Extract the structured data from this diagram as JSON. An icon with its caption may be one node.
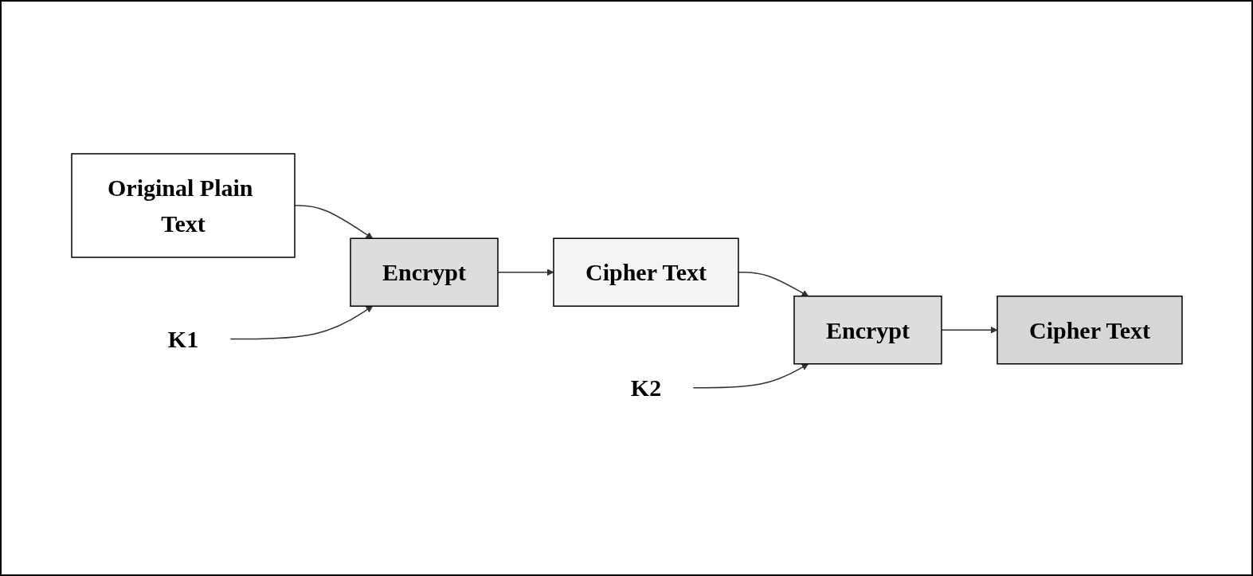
{
  "diagram": {
    "nodes": [
      {
        "text": [
          "Original Plain Text"
        ]
      },
      {
        "text": [
          "Encrypt"
        ]
      },
      {
        "text": [
          "Cipher Text"
        ]
      },
      {
        "text": [
          "Encrypt"
        ]
      },
      {
        "text": [
          "Cipher Text"
        ]
      },
      {
        "text": [
          "K1"
        ]
      },
      {
        "text": [
          "K2"
        ]
      }
    ],
    "edges": [
      {
        "from": 0,
        "to": 1,
        "arrow": "to"
      },
      {
        "from": 1,
        "to": 2,
        "arrow": "to"
      },
      {
        "from": 2,
        "to": 3,
        "arrow": "to"
      },
      {
        "from": 3,
        "to": 4,
        "arrow": "to"
      },
      {
        "from": 5,
        "to": 1,
        "arrow": "to"
      },
      {
        "from": 6,
        "to": 3,
        "arrow": "to"
      }
    ]
  }
}
